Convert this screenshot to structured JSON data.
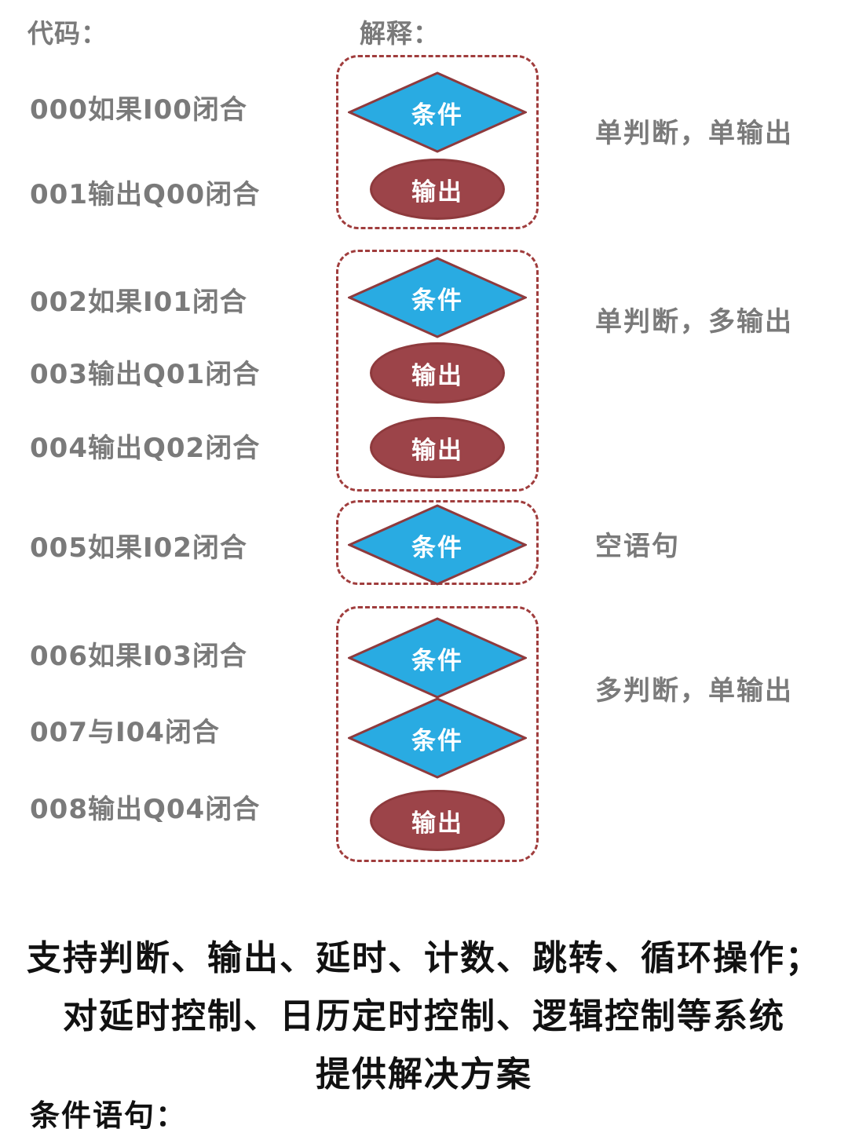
{
  "headers": {
    "code": "代码：",
    "explain": "解释："
  },
  "code_lines": [
    "000如果I00闭合",
    "001输出Q00闭合",
    "002如果I01闭合",
    "003输出Q01闭合",
    "004输出Q02闭合",
    "005如果I02闭合",
    "006如果I03闭合",
    "007与I04闭合",
    "008输出Q04闭合"
  ],
  "groups": [
    {
      "annotation": "单判断，单输出",
      "shapes": [
        {
          "type": "diamond",
          "label": "条件"
        },
        {
          "type": "ellipse",
          "label": "输出"
        }
      ]
    },
    {
      "annotation": "单判断，多输出",
      "shapes": [
        {
          "type": "diamond",
          "label": "条件"
        },
        {
          "type": "ellipse",
          "label": "输出"
        },
        {
          "type": "ellipse",
          "label": "输出"
        }
      ]
    },
    {
      "annotation": "空语句",
      "shapes": [
        {
          "type": "diamond",
          "label": "条件"
        }
      ]
    },
    {
      "annotation": "多判断，单输出",
      "shapes": [
        {
          "type": "diamond",
          "label": "条件"
        },
        {
          "type": "diamond",
          "label": "条件"
        },
        {
          "type": "ellipse",
          "label": "输出"
        }
      ]
    }
  ],
  "footer": {
    "line1": "支持判断、输出、延时、计数、跳转、循环操作；",
    "line2": "对延时控制、日历定时控制、逻辑控制等系统",
    "line3": "提供解决方案",
    "section_label": "条件语句："
  },
  "colors": {
    "diamond-fill": "#29abe2",
    "ellipse-fill": "#9c4449",
    "shape-stroke": "#8e3a3d",
    "group-border": "#a03d3d",
    "muted-text": "#7a7a7a",
    "strong-text": "#111111",
    "shape-text": "#ffffff"
  }
}
